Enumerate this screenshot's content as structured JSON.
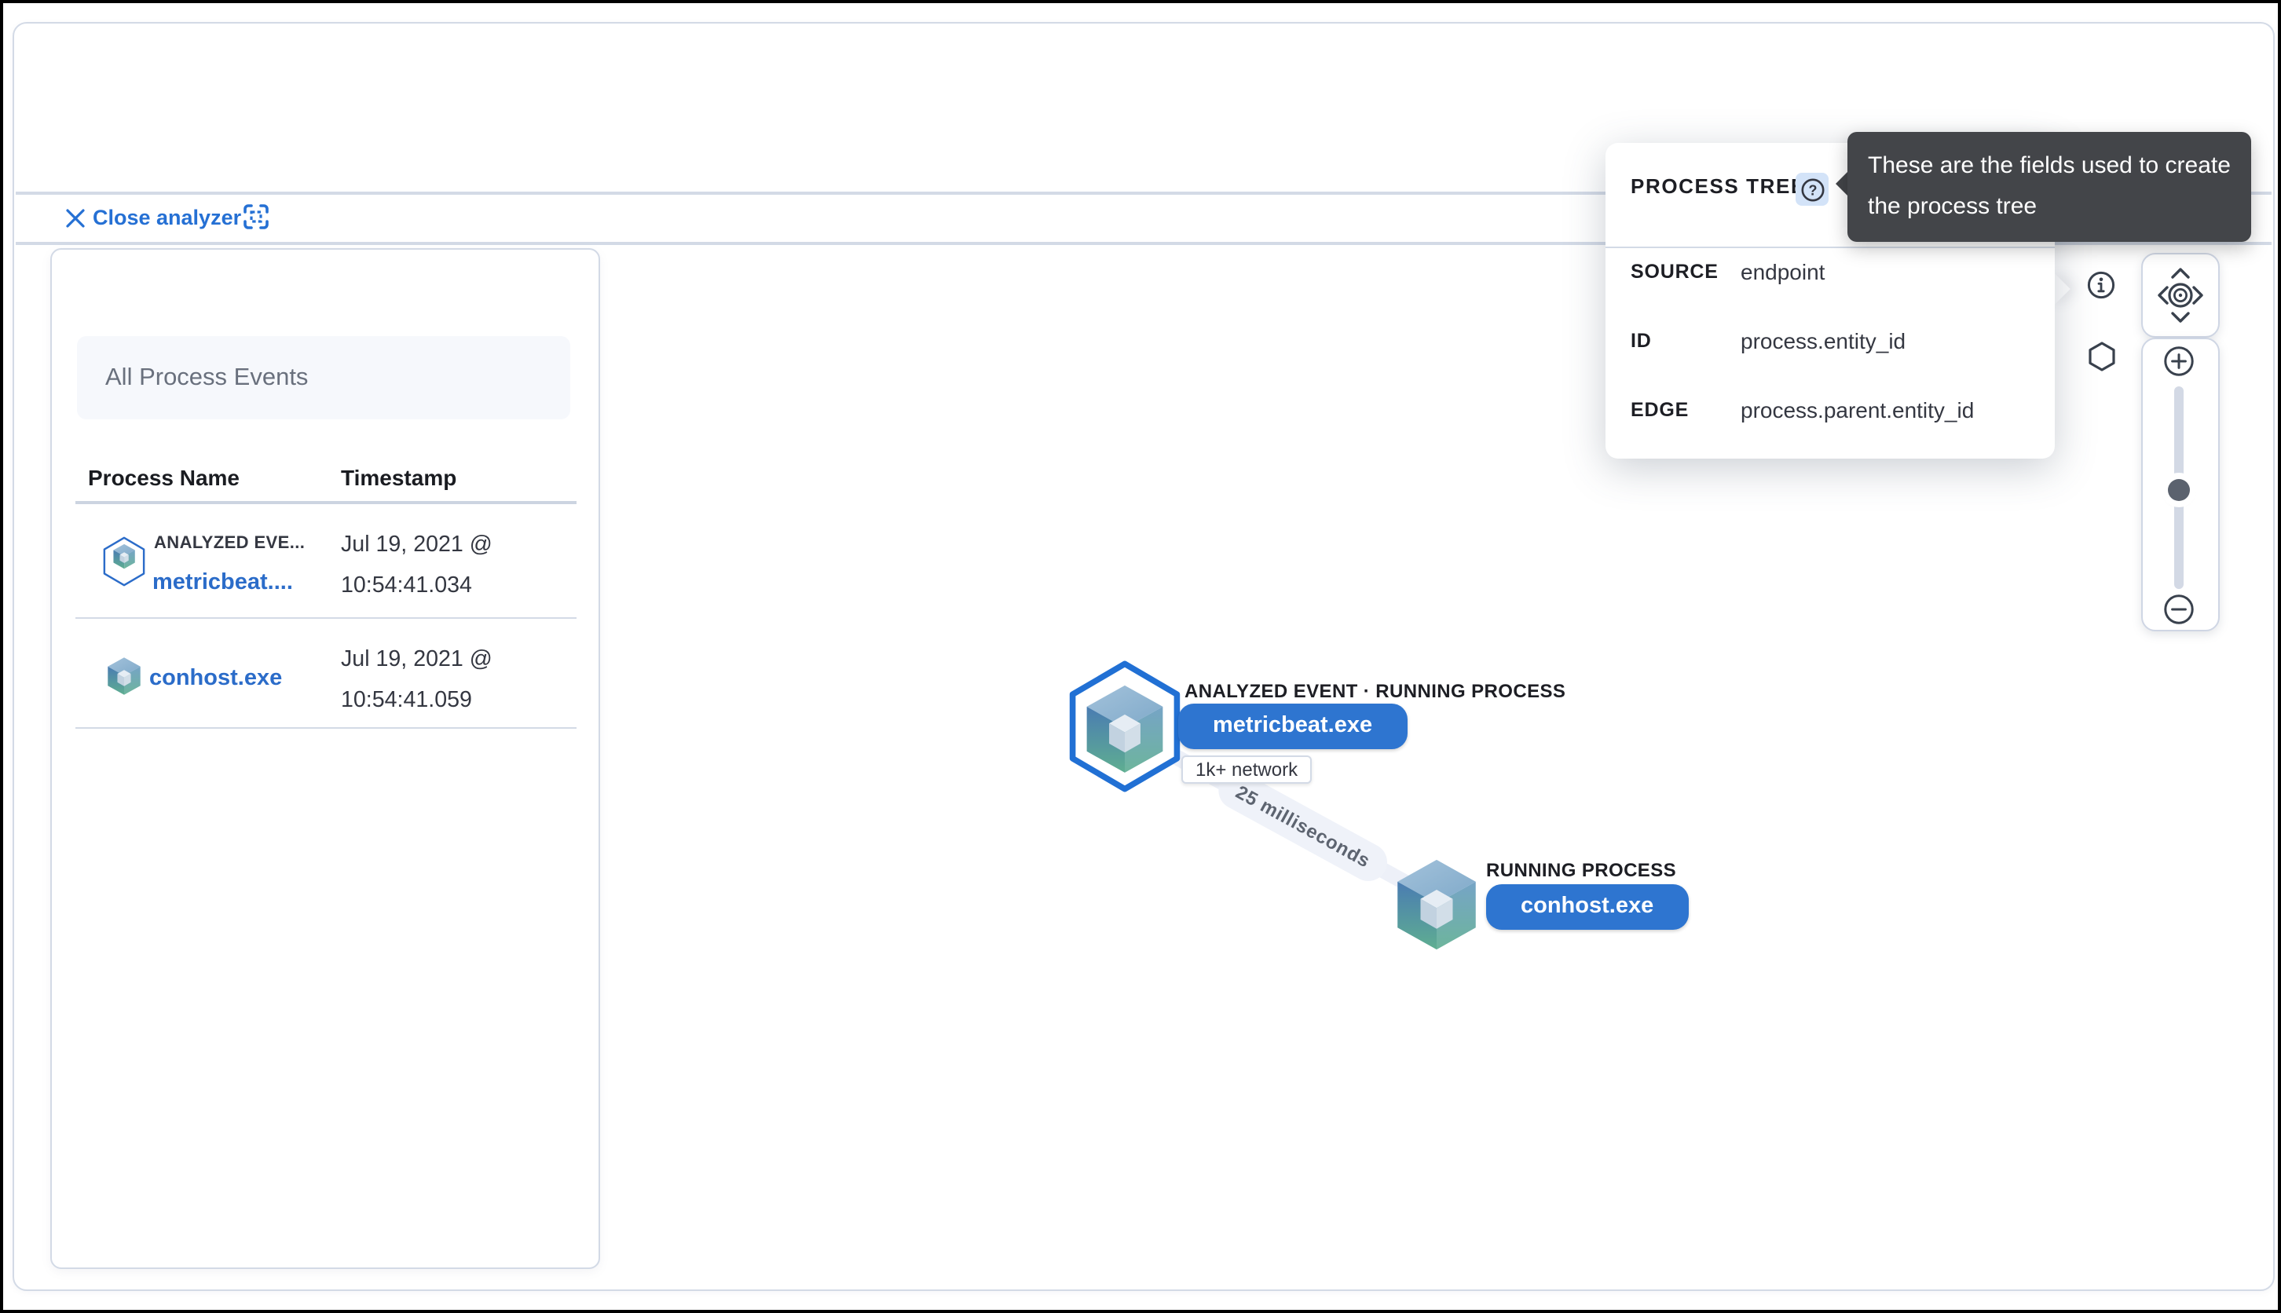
{
  "header": {
    "close_label": "Close analyzer"
  },
  "left_panel": {
    "title": "All Process Events",
    "columns": [
      "Process Name",
      "Timestamp"
    ],
    "rows": [
      {
        "badge": "ANALYZED EVE...",
        "name": "metricbeat....",
        "timestamp_line1": "Jul 19, 2021 @",
        "timestamp_line2": "10:54:41.034"
      },
      {
        "badge": "",
        "name": "conhost.exe",
        "timestamp_line1": "Jul 19, 2021 @",
        "timestamp_line2": "10:54:41.059"
      }
    ]
  },
  "graph": {
    "nodes": [
      {
        "label": "ANALYZED EVENT · RUNNING PROCESS",
        "name": "metricbeat.exe",
        "badge": "1k+ network",
        "selected": true
      },
      {
        "label": "RUNNING PROCESS",
        "name": "conhost.exe",
        "selected": false
      }
    ],
    "edge_label": "25 milliseconds"
  },
  "popover": {
    "title": "PROCESS TREE",
    "fields": [
      {
        "label": "SOURCE",
        "value": "endpoint"
      },
      {
        "label": "ID",
        "value": "process.entity_id"
      },
      {
        "label": "EDGE",
        "value": "process.parent.entity_id"
      }
    ]
  },
  "tooltip": {
    "text": "These are the fields used to create the process tree"
  },
  "zoom_controls": {
    "slider_position_pct": 46
  },
  "colors": {
    "link_blue": "#2b6cc9",
    "primary_blue": "#2570d4",
    "node_pill_blue": "#2e75d0",
    "tooltip_bg": "#434549",
    "panel_border": "#d3dae6",
    "subdued_bg": "#f6f8fc",
    "edge_band": "#edf0f8",
    "text_dark": "#343741"
  }
}
